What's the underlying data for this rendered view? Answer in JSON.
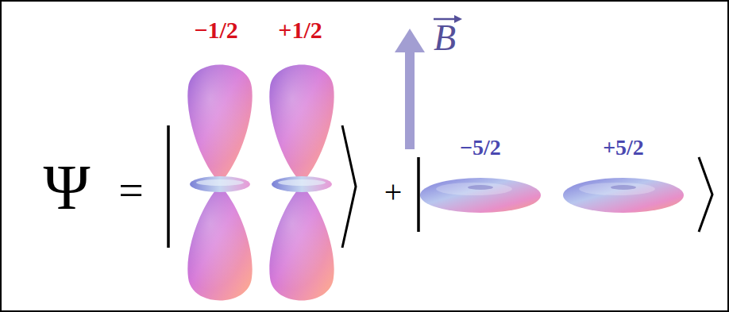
{
  "diagram": {
    "labels": [
      "Ψ",
      "=",
      "−1/2",
      "+1/2",
      "B",
      "+",
      "−5/2",
      "+5/2"
    ]
  }
}
